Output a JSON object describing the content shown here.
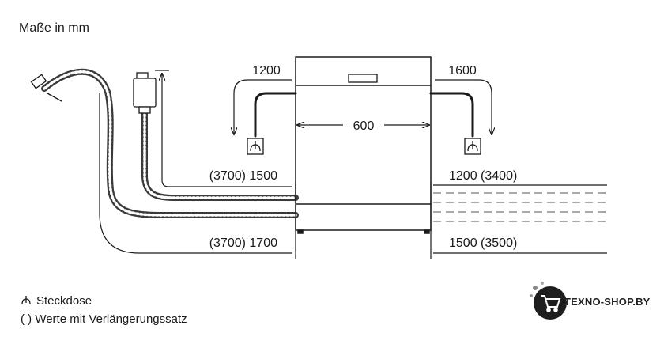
{
  "heading": "Maße in mm",
  "dimensions": {
    "left_socket_drop": "1200",
    "right_socket_drop": "1600",
    "width": "600",
    "left_upper_hose": "(3700) 1500",
    "left_lower_hose": "(3700) 1700",
    "right_upper_hose": "1200 (3400)",
    "right_lower_hose": "1500 (3500)"
  },
  "legend": {
    "socket_label": "Steckdose",
    "parentheses_label": "( ) Werte mit Verlängerungssatz"
  },
  "watermark": {
    "text": "TEXNO-SHOP.BY",
    "icon": "shopping-cart-icon"
  },
  "colors": {
    "line": "#1a1a1a",
    "hose": "#3a3a3a",
    "logo_circle": "#1e1e1e"
  }
}
